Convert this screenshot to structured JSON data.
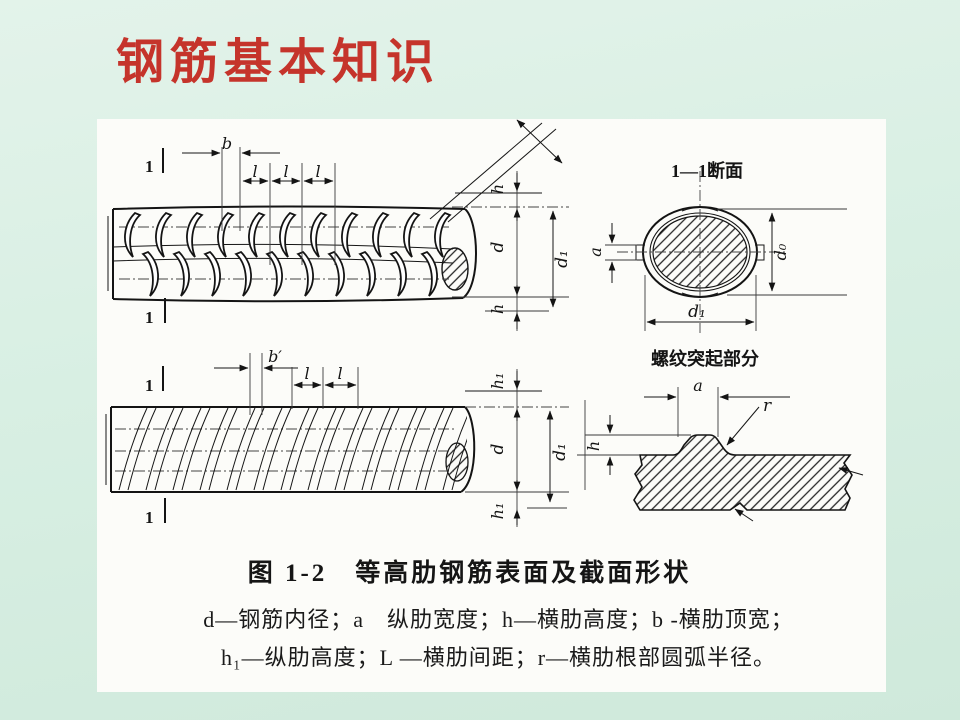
{
  "slide": {
    "title": "钢筋基本知识",
    "title_color": "#c5342b",
    "background_color": "#d8efe3",
    "panel_color": "#fcfcf9"
  },
  "figure": {
    "caption": "图 1-2　等高肋钢筋表面及截面形状",
    "legend_line1": "d—钢筋内径；a　纵肋宽度；h—横肋高度；b -横肋顶宽；",
    "legend_line2": "h₁—纵肋高度；L —横肋间距；r—横肋根部圆弧半径。",
    "section_cut": {
      "mark": "1",
      "title": "1—1断面",
      "note": "螺纹突起部分"
    },
    "dims": {
      "b": "b",
      "b_prime": "b′",
      "l": "l",
      "h": "h",
      "h1": "h₁",
      "d": "d",
      "d1": "d₁",
      "d0": "d₀",
      "a": "a",
      "r": "r"
    }
  }
}
